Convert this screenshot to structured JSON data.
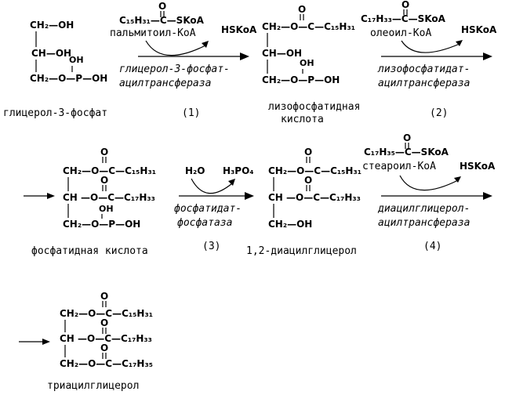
{
  "glycerol3p": {
    "ch2oh": "CH₂—OH",
    "choh": "CH—OH",
    "ch2op": "CH₂—O—P—OH",
    "oh": "OH",
    "name": "глицерол-3-фосфат"
  },
  "step1": {
    "acyl": "C₁₅H₃₁—C—SKoA",
    "acyl_name": "пальмитоил-КоА",
    "out": "HSKoA",
    "enzyme1": "глицерол-3-фосфат-",
    "enzyme2": "ацилтрансфераза",
    "num": "(1)"
  },
  "lysoPA": {
    "top": "CH₂—O—C—C₁₅H₃₁",
    "mid": "CH—OH",
    "bot": "CH₂—O—P—OH",
    "oh": "OH",
    "name1": "лизофосфатидная",
    "name2": "кислота"
  },
  "step2": {
    "acyl": "C₁₇H₃₃—C—SKoA",
    "acyl_name": "олеоил-КоА",
    "out": "HSKoA",
    "enzyme1": "лизофосфатидат-",
    "enzyme2": "ацилтрансфераза",
    "num": "(2)"
  },
  "PA": {
    "top": "CH₂—O—C—C₁₅H₃₁",
    "mid": "CH —O—C—C₁₇H₃₃",
    "bot": "CH₂—O—P—OH",
    "oh": "OH",
    "name": "фосфатидная кислота"
  },
  "step3": {
    "in": "H₂O",
    "out": "H₃PO₄",
    "enzyme1": "фосфатидат-",
    "enzyme2": "фосфатаза",
    "num": "(3)"
  },
  "DAG": {
    "top": "CH₂—O—C—C₁₅H₃₁",
    "mid": "CH —O—C—C₁₇H₃₃",
    "bot": "CH₂—OH",
    "name": "1,2-диацилглицерол"
  },
  "step4": {
    "acyl": "C₁₇H₃₅—C—SKoA",
    "acyl_name": "стеароил-КоА",
    "out": "HSKoA",
    "enzyme1": "диацилглицерол-",
    "enzyme2": "ацилтрансфераза",
    "num": "(4)"
  },
  "TAG": {
    "top": "CH₂—O—C—C₁₅H₃₁",
    "mid": "CH —O—C—C₁₇H₃₃",
    "bot": "CH₂—O—C—C₁₇H₃₅",
    "name": "триацилглицерол"
  },
  "atoms": {
    "o": "O"
  }
}
